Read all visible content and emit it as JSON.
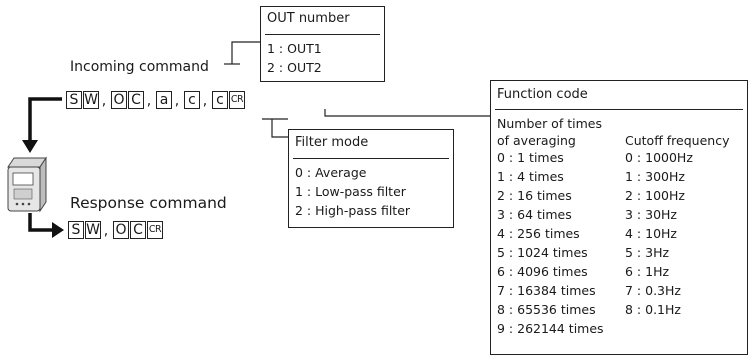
{
  "out_number": {
    "title": "OUT number",
    "items": [
      "1 : OUT1",
      "2 : OUT2"
    ]
  },
  "incoming_label": "Incoming command",
  "incoming_command": {
    "cells": [
      "S",
      "W",
      ",",
      "O",
      "C",
      ",",
      "a",
      ",",
      "c",
      ",",
      "c",
      "CR"
    ]
  },
  "response_label": "Response command",
  "response_command": {
    "cells": [
      "S",
      "W",
      ",",
      "O",
      "C",
      "CR"
    ]
  },
  "filter_mode": {
    "title": "Filter mode",
    "items": [
      "0 : Average",
      "1 : Low-pass filter",
      "2 : High-pass filter"
    ]
  },
  "function_code": {
    "title": "Function code",
    "col1_header_1": "Number of times",
    "col1_header_2": "of averaging",
    "col2_header": "Cutoff frequency",
    "col1": [
      "0 : 1 times",
      "1 : 4 times",
      "2 : 16 times",
      "3 : 64 times",
      "4 : 256 times",
      "5 : 1024 times",
      "6 : 4096 times",
      "7 : 16384 times",
      "8 : 65536 times",
      "9 : 262144 times"
    ],
    "col2": [
      "0 : 1000Hz",
      "1 : 300Hz",
      "2 : 100Hz",
      "3 : 30Hz",
      "4 : 10Hz",
      "5 : 3Hz",
      "6 : 1Hz",
      "7 : 0.3Hz",
      "8 : 0.1Hz"
    ]
  },
  "icons": {
    "controller": "controller-device-icon",
    "arrow_down": "arrow-down-icon",
    "arrow_right": "arrow-right-icon"
  }
}
